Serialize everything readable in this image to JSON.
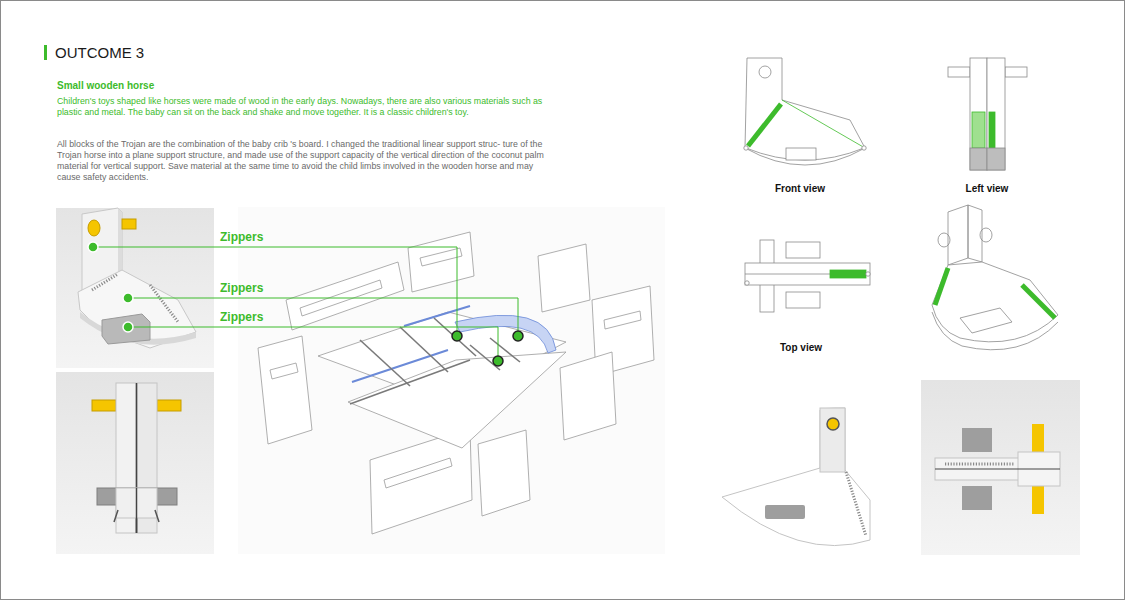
{
  "diagram": {
    "title": "OUTCOME 3",
    "labels": [
      "Small wooden horse",
      "Children's toys shaped like horses were made of wood in the early days. Nowadays, there are also various materials such as plastic and metal. The baby can sit on the back and shake and move together. It is a classic children's toy.",
      "All blocks of the Trojan are the combination of the baby crib 's board. I changed the traditional linear support struc- ture of the Trojan horse into a plane support structure, and made use of the support capacity of the vertical direction of the coconut palm material for vertical support. Save material at the same time to avoid the child limbs involved in the wooden horse and may cause safety accidents.",
      "Zippers",
      "Zippers",
      "Zippers",
      "Front view",
      "Left view",
      "Top view"
    ]
  }
}
